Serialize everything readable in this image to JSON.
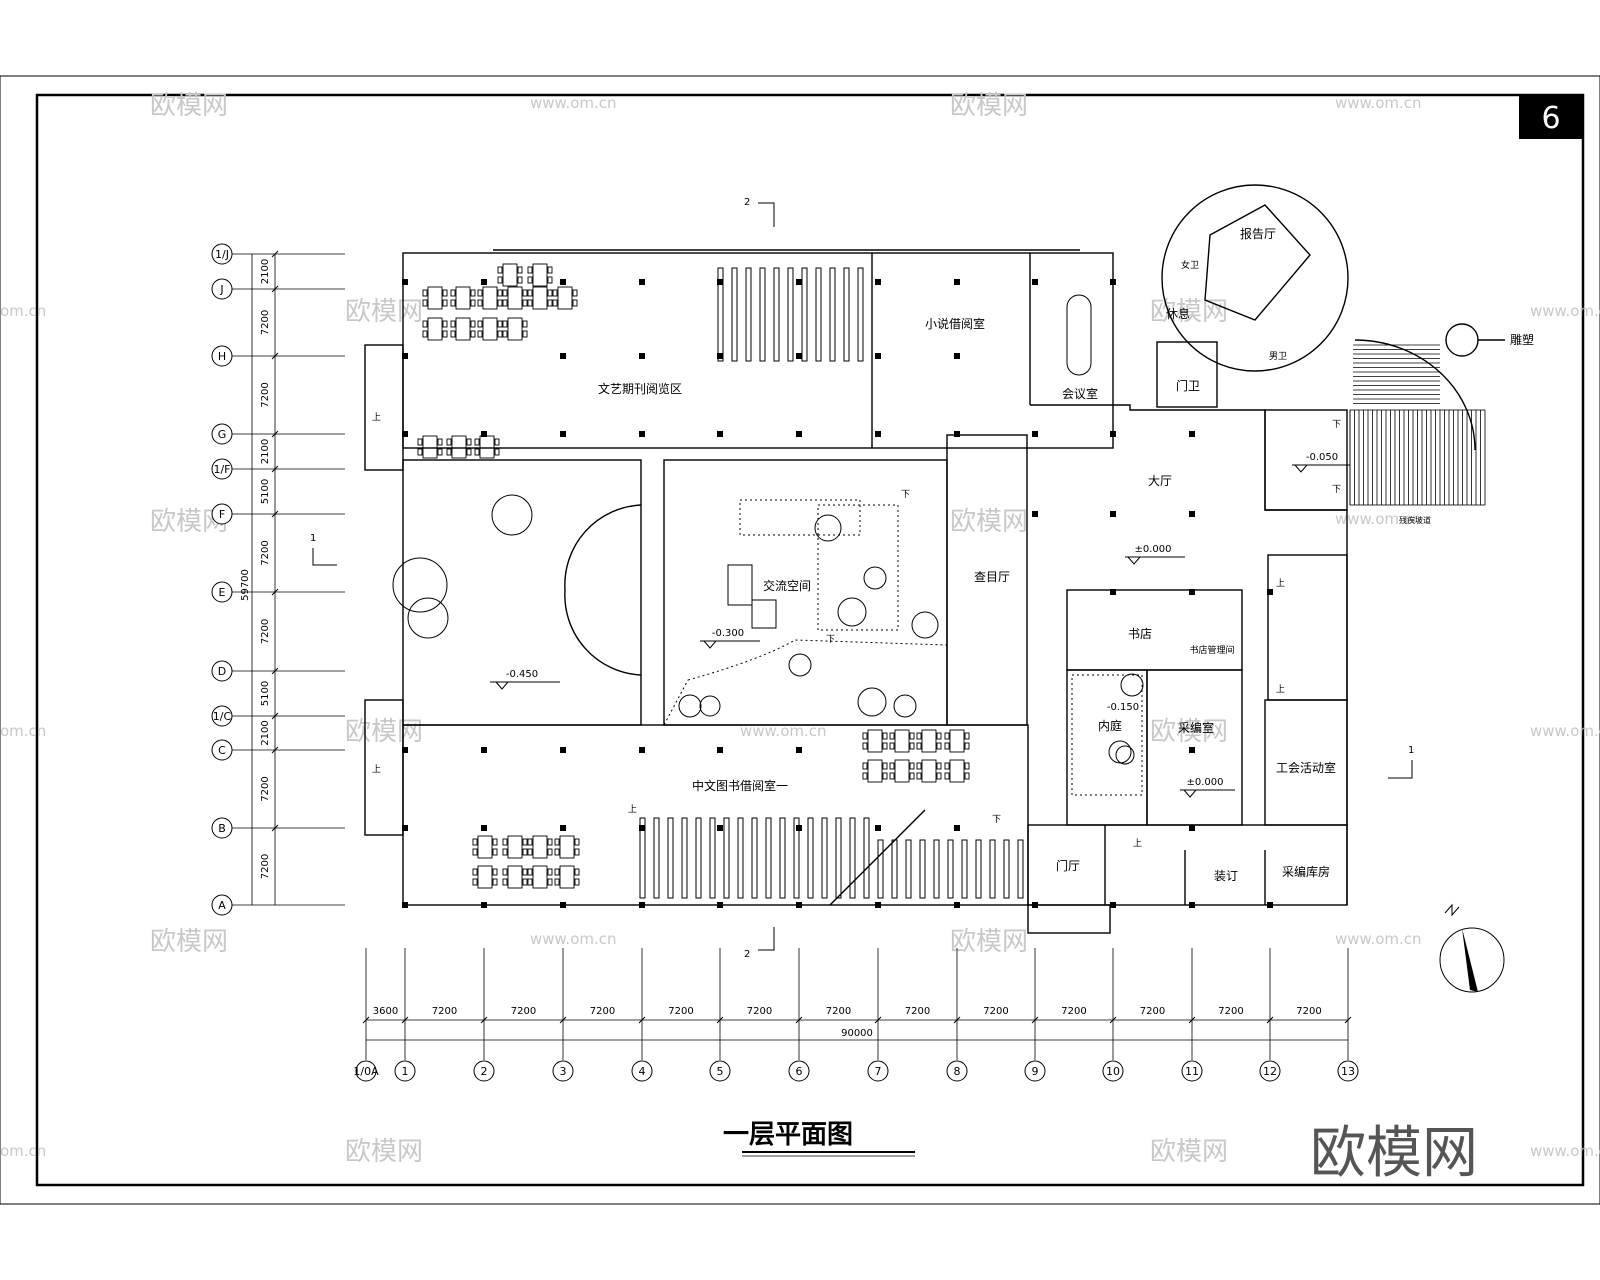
{
  "sheet": {
    "number": "6",
    "title": "一层平面图"
  },
  "watermark": {
    "brand": "欧模网",
    "url": "www.om.cn",
    "url_partial": "om.cn"
  },
  "rows": [
    {
      "id": "row-1j",
      "label": "1/J"
    },
    {
      "id": "row-j",
      "label": "J"
    },
    {
      "id": "row-h",
      "label": "H"
    },
    {
      "id": "row-g",
      "label": "G"
    },
    {
      "id": "row-1f",
      "label": "1/F"
    },
    {
      "id": "row-f",
      "label": "F"
    },
    {
      "id": "row-e",
      "label": "E"
    },
    {
      "id": "row-d",
      "label": "D"
    },
    {
      "id": "row-1c",
      "label": "1/C"
    },
    {
      "id": "row-c",
      "label": "C"
    },
    {
      "id": "row-b",
      "label": "B"
    },
    {
      "id": "row-a",
      "label": "A"
    }
  ],
  "row_dims": [
    "2100",
    "7200",
    "7200",
    "2100",
    "5100",
    "7200",
    "7200",
    "5100",
    "2100",
    "7200",
    "7200"
  ],
  "row_total": "59700",
  "columns": [
    "1/0A",
    "1",
    "2",
    "3",
    "4",
    "5",
    "6",
    "7",
    "8",
    "9",
    "10",
    "11",
    "12",
    "13"
  ],
  "col_dims": [
    "3600",
    "7200",
    "7200",
    "7200",
    "7200",
    "7200",
    "7200",
    "7200",
    "7200",
    "7200",
    "7200",
    "7200",
    "7200"
  ],
  "col_total": "90000",
  "rooms": {
    "periodical": "文艺期刊阅览区",
    "novel": "小说借阅室",
    "meeting": "会议室",
    "lounge": "休息",
    "guard": "门卫",
    "auditorium": "报告厅",
    "toilet_w": "女卫",
    "toilet_m": "男卫",
    "sculpture": "雕塑",
    "hall": "大厅",
    "exchange": "交流空间",
    "catalog": "查目厅",
    "bookstore": "书店",
    "bookstore_mgmt": "书店管理间",
    "courtyard": "内庭",
    "acquisition": "采编室",
    "union": "工会活动室",
    "chinese_reading": "中文图书借阅室一",
    "foyer": "门厅",
    "binding": "装订",
    "storage": "采编库房",
    "ramp": "残疾坡道"
  },
  "levels": {
    "courtyard_w": "-0.450",
    "exchange": "-0.300",
    "hall": "±0.000",
    "entry": "-0.050",
    "inner_court": "-0.150",
    "acq": "±0.000"
  },
  "section_marks": {
    "a": "1",
    "b": "2"
  },
  "stair": {
    "up": "上",
    "down": "下"
  }
}
